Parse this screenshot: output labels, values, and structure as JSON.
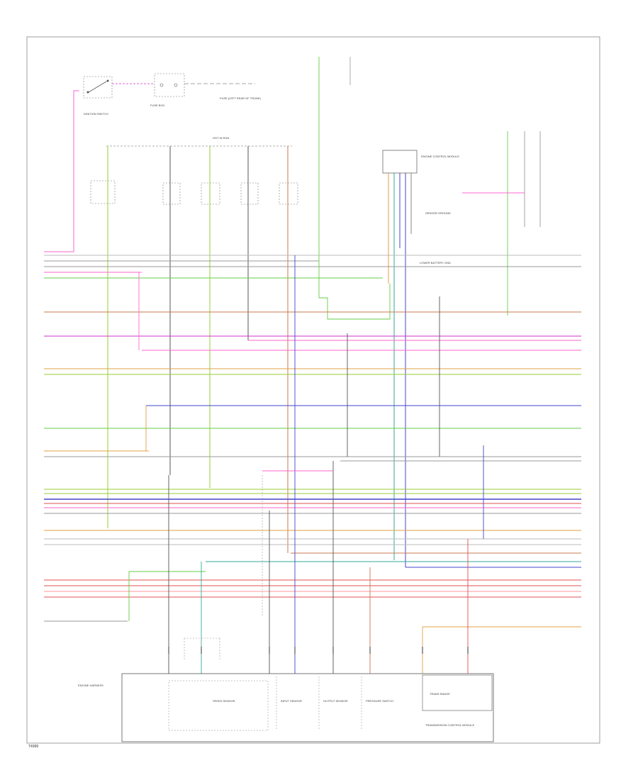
{
  "footer_code": "T4999",
  "colors": {
    "violet_yel": "#cc33cc",
    "brn_wht": "#c87850",
    "grn_yel": "#99cc33",
    "blu": "#4444cc",
    "grn": "#66cc44",
    "red": "#e05050",
    "gry": "#999999",
    "org": "#e0a040",
    "pnk": "#ff66cc",
    "teal": "#33aa99"
  },
  "labels": {
    "light_switch": "IGNITION SWITCH",
    "fuse_box": "FUSE BOX",
    "fuse_ref": "FUSE (LEFT REAR OF TRUNK)",
    "hot_run": "HOT IN RUN",
    "top_module": "ENGINE CONTROL MODULE",
    "right_module": "SENSOR GROUND",
    "ground_label": "LOWER BATTERY GND",
    "bottom_module": "TRANSMISSION CONTROL MODULE",
    "left_conn": "ENGINE HARNESS",
    "sensor_a": "SPEED SENSOR",
    "sensor_b": "INPUT SENSOR",
    "sensor_c": "OUTPUT SENSOR",
    "sensor_d": "PRESSURE SWITCH",
    "sensor_e": "TRANS RANGE"
  }
}
